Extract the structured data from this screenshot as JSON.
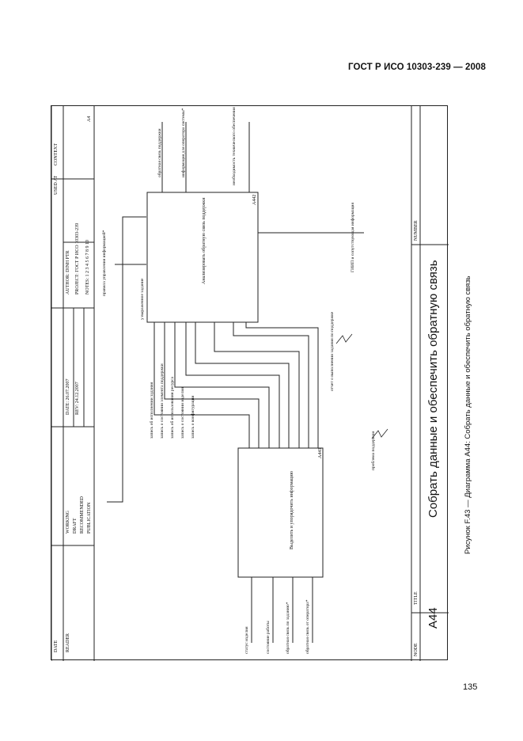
{
  "page": {
    "header": "ГОСТ Р ИСО 10303-239 — 2008",
    "page_number": "135",
    "caption": "Рисунок F.43 — Диаграмма A44: Собрать данные и обеспечить обратную связь"
  },
  "frame": {
    "used_at": "USED AT",
    "author": "AUTHOR: DINH PTR",
    "project": "PROJECT: ГОСТ Р ИСО 10303-239",
    "notes": "NOTES: 1 2 3 4 5 6 7 8 9 10",
    "date": "DATE: 26.07.2007",
    "rev": "REV: 24.12.2007",
    "working": "WORKING",
    "draft": "DRAFT",
    "recommended": "RECOMMENDED",
    "publication": "PUBLICATION",
    "reader": "READER",
    "date_col": "DATE",
    "context": "CONTEXT",
    "context_node": "A4",
    "node_label": "NODE",
    "node_value": "A44",
    "title_label": "TITLE",
    "title_value": "Собрать данные и обеспечить обратную связь",
    "number_label": "NUMBER"
  },
  "boxes": {
    "a441": {
      "label": "Выделить и упорядочить информацию",
      "id": "A441"
    },
    "a442": {
      "label": "Анализировать обратную связь поддержки",
      "id": "A442"
    }
  },
  "arrows": {
    "inputs": [
      "статус изделия",
      "состояние работы",
      "обратная связь по заданию*",
      "обратная связь от оператора*"
    ],
    "internal": [
      "запись об исполнении задания",
      "запись о состоянии элемента поддержки",
      "запись об использовании ресурса",
      "запись о состоянии изделия",
      "запись о конфигурации"
    ],
    "outputs": [
      "обратная связь поддержки",
      "информация для оператора системы*",
      "необходимость технического обеспечения"
    ],
    "control_top": "у выраженное задание",
    "control_left": "правила управления информацией*",
    "mech_right": "ГИИП и сопутствующая информация",
    "tunnel_a": "отчет о выполнении задания по поддержке",
    "tunnel_b": "проблема поддержки"
  }
}
